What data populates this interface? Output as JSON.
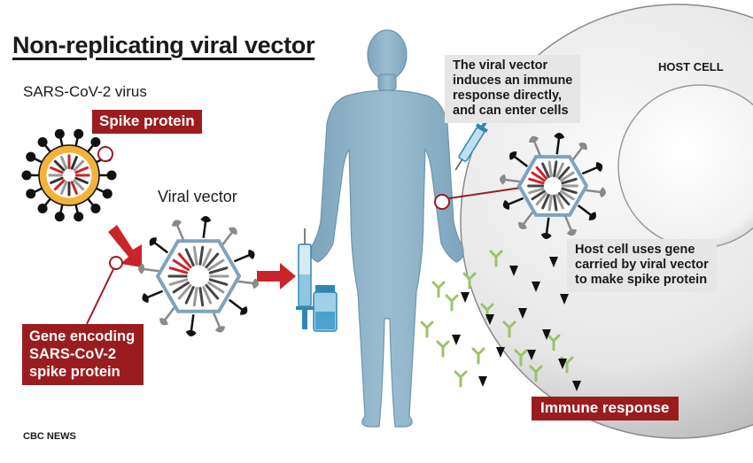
{
  "title": "Non-replicating viral vector",
  "sars_label": "SARS-CoV-2 virus",
  "spike_label": "Spike protein",
  "vector_label": "Viral vector",
  "gene_label": [
    "Gene encoding",
    "SARS-CoV-2",
    "spike protein"
  ],
  "induces_label": [
    "The viral vector",
    "induces an immune",
    "response directly,",
    "and can enter cells"
  ],
  "host_label": "HOST CELL",
  "host_uses_label": [
    "Host cell uses gene",
    "carried by viral vector",
    "to make spike protein"
  ],
  "immune_label": "Immune response",
  "source": "CBC NEWS",
  "colors": {
    "label_red": "#9b1c1f",
    "label_gray": "#e6e6e6",
    "body_blue": "#8fb3c9",
    "antibody_green": "#9cc26a",
    "spike_yellow": "#f2b23c",
    "arrow_red": "#c8252b"
  }
}
